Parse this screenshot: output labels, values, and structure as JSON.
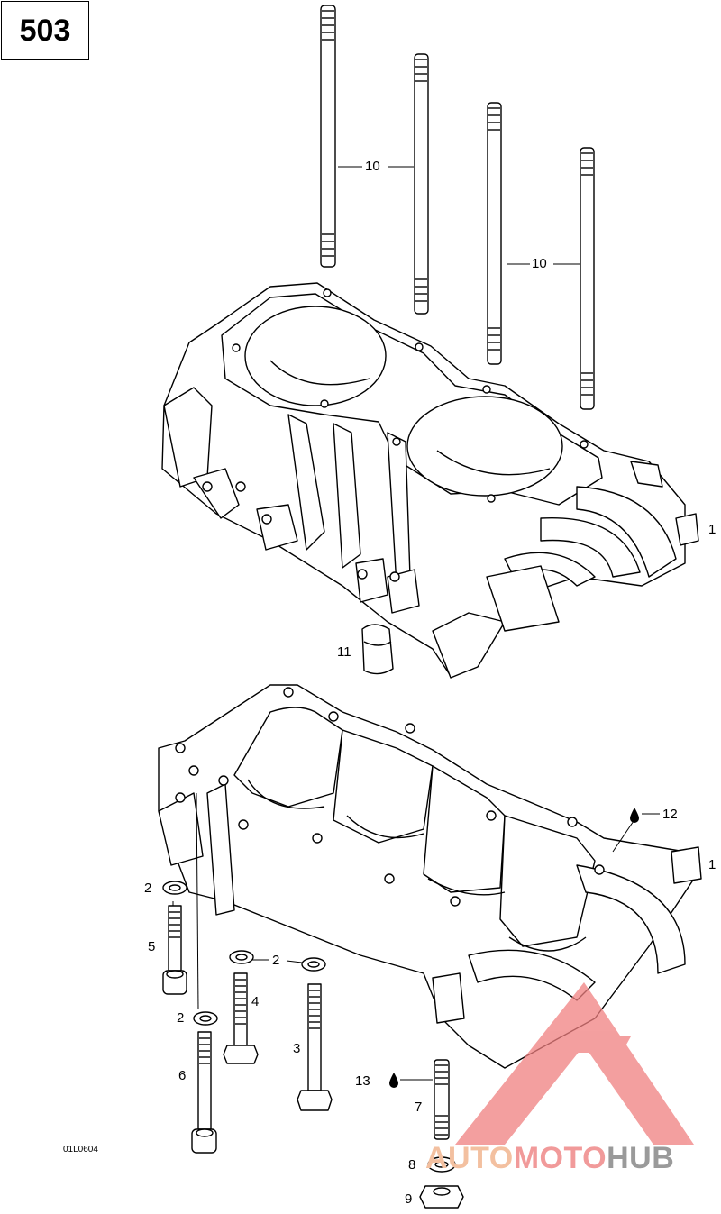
{
  "page_number": "503",
  "drawing_code": "01L0604",
  "callouts": [
    {
      "id": "c10a",
      "text": "10"
    },
    {
      "id": "c10b",
      "text": "10"
    },
    {
      "id": "c1a",
      "text": "1"
    },
    {
      "id": "c11",
      "text": "11"
    },
    {
      "id": "c12",
      "text": "12"
    },
    {
      "id": "c1b",
      "text": "1"
    },
    {
      "id": "c2a",
      "text": "2"
    },
    {
      "id": "c5",
      "text": "5"
    },
    {
      "id": "c2b",
      "text": "2"
    },
    {
      "id": "c4",
      "text": "4"
    },
    {
      "id": "c2c",
      "text": "2"
    },
    {
      "id": "c3",
      "text": "3"
    },
    {
      "id": "c6",
      "text": "6"
    },
    {
      "id": "c13",
      "text": "13"
    },
    {
      "id": "c7",
      "text": "7"
    },
    {
      "id": "c8",
      "text": "8"
    },
    {
      "id": "c9",
      "text": "9"
    }
  ],
  "watermark": {
    "part1": "AUTO",
    "part2": "MOTO",
    "part3": "HUB",
    "colors": {
      "auto": "#f3c0a0",
      "moto": "#f19a9a",
      "hub": "#9a9a9a",
      "triangle": "#f08080"
    }
  }
}
